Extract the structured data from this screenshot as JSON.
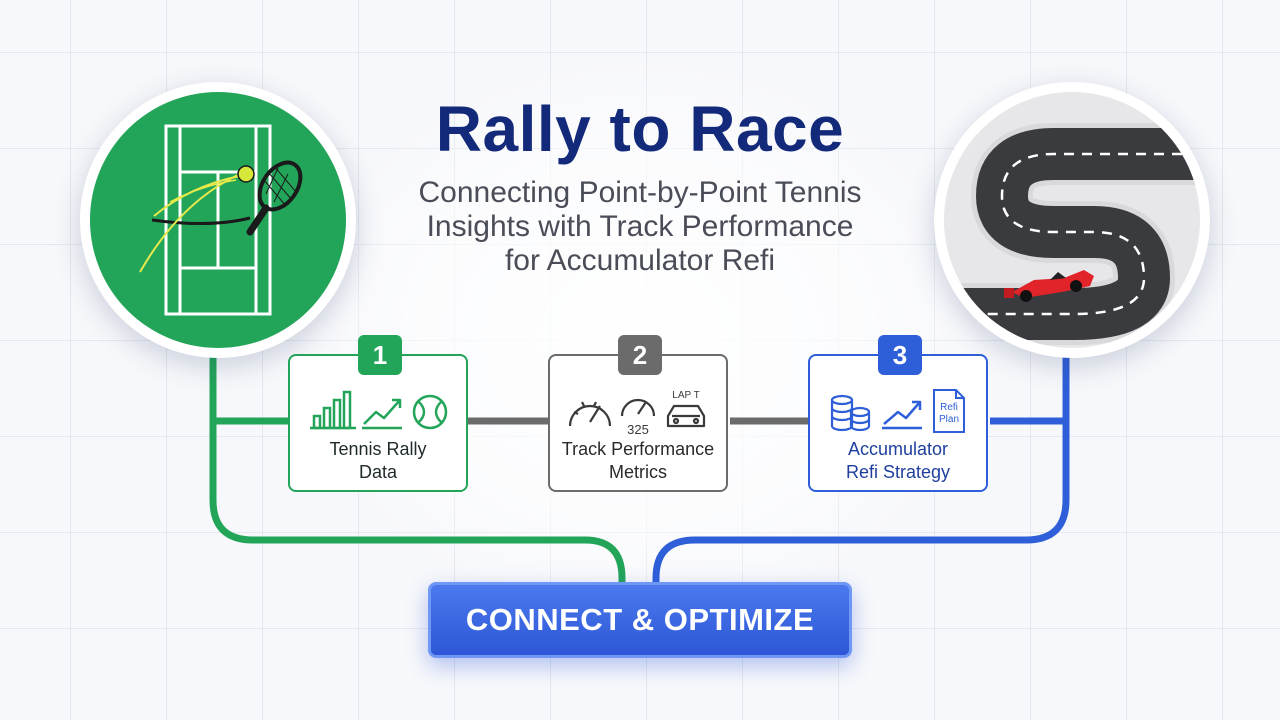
{
  "header": {
    "title": "Rally to Race",
    "subtitle_lines": [
      "Connecting Point-by-Point Tennis",
      "Insights with Track Performance",
      "for Accumulator Refi"
    ]
  },
  "steps": [
    {
      "number": "1",
      "label_lines": [
        "Tennis Rally",
        "Data"
      ],
      "color": "#22a559",
      "icons": [
        "bar-chart-icon",
        "trend-line-icon",
        "tennis-ball-icon"
      ]
    },
    {
      "number": "2",
      "label_lines": [
        "Track Performance",
        "Metrics"
      ],
      "color": "#6b6b6b",
      "icons": [
        "speedometer-icon",
        "speedometer-icon",
        "race-car-icon"
      ],
      "icon_texts": {
        "speed_value": "325",
        "lap_label": "LAP T"
      }
    },
    {
      "number": "3",
      "label_lines": [
        "Accumulator",
        "Refi Strategy"
      ],
      "color": "#2f5fd8",
      "icons": [
        "coin-stack-icon",
        "trend-line-icon",
        "document-icon"
      ],
      "icon_texts": {
        "doc_line1": "Refi",
        "doc_line2": "Plan"
      }
    }
  ],
  "cta": {
    "label": "CONNECT & OPTIMIZE"
  },
  "images": {
    "left": "tennis-court-icon",
    "right": "race-track-icon"
  },
  "colors": {
    "green": "#22a559",
    "gray": "#6b6b6b",
    "blue": "#2f5fd8",
    "title": "#13297a"
  }
}
